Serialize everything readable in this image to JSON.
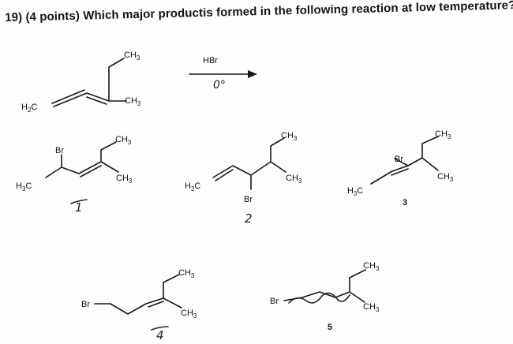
{
  "question": {
    "number": "19)",
    "points": "(4 points)",
    "text": "Which major productis formed in the following reaction at low temperature?"
  },
  "reactant": {
    "h2c": "H",
    "h2c_sub": "2",
    "h2c_c": "C",
    "ch3_top": "CH",
    "ch3_top_sub": "3",
    "ch3_right": "CH",
    "ch3_right_sub": "3"
  },
  "reagent": {
    "name": "HBr",
    "condition": "0°"
  },
  "option1": {
    "br": "Br",
    "h3c": "H",
    "h3c_sub": "3",
    "h3c_c": "C",
    "ch3_top": "CH",
    "ch3_top_sub": "3",
    "ch3_right": "CH",
    "ch3_right_sub": "3",
    "mark": "1"
  },
  "option2": {
    "h2c": "H",
    "h2c_sub": "2",
    "h2c_c": "C",
    "br": "Br",
    "ch3_top": "CH",
    "ch3_top_sub": "3",
    "ch3_right": "CH",
    "ch3_right_sub": "3",
    "mark": "2"
  },
  "option3": {
    "h3c": "H",
    "h3c_sub": "3",
    "h3c_c": "C",
    "br": "Br",
    "ch3_top": "CH",
    "ch3_top_sub": "3",
    "ch3_right": "CH",
    "ch3_right_sub": "3",
    "mark": "3"
  },
  "option4": {
    "br": "Br",
    "ch3_top": "CH",
    "ch3_top_sub": "3",
    "ch3_right": "CH",
    "ch3_right_sub": "3",
    "mark": "4"
  },
  "option5": {
    "br": "Br",
    "ch3_top": "CH",
    "ch3_top_sub": "3",
    "ch3_right": "CH",
    "ch3_right_sub": "3",
    "mark": "5"
  }
}
